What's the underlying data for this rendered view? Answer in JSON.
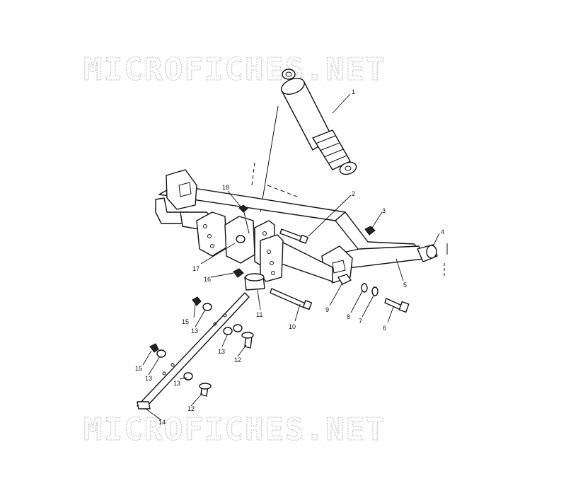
{
  "watermark": {
    "top_text": "MICROFICHES.NET",
    "bottom_text": "MICROFICHES.NET"
  },
  "callouts": {
    "c1": "1",
    "c2": "2",
    "c3": "3",
    "c4": "4",
    "c5": "5",
    "c6": "6",
    "c7": "7",
    "c8": "8",
    "c9": "9",
    "c10": "10",
    "c11": "11",
    "c12a": "12",
    "c12b": "12",
    "c13a": "13",
    "c13b": "13",
    "c13c": "13",
    "c13d": "13",
    "c14": "14",
    "c15a": "15",
    "c15b": "15",
    "c16": "16",
    "c17": "17",
    "c18": "18"
  },
  "colors": {
    "line": "#111111",
    "watermark": "#bdbdbd",
    "background": "#ffffff"
  }
}
